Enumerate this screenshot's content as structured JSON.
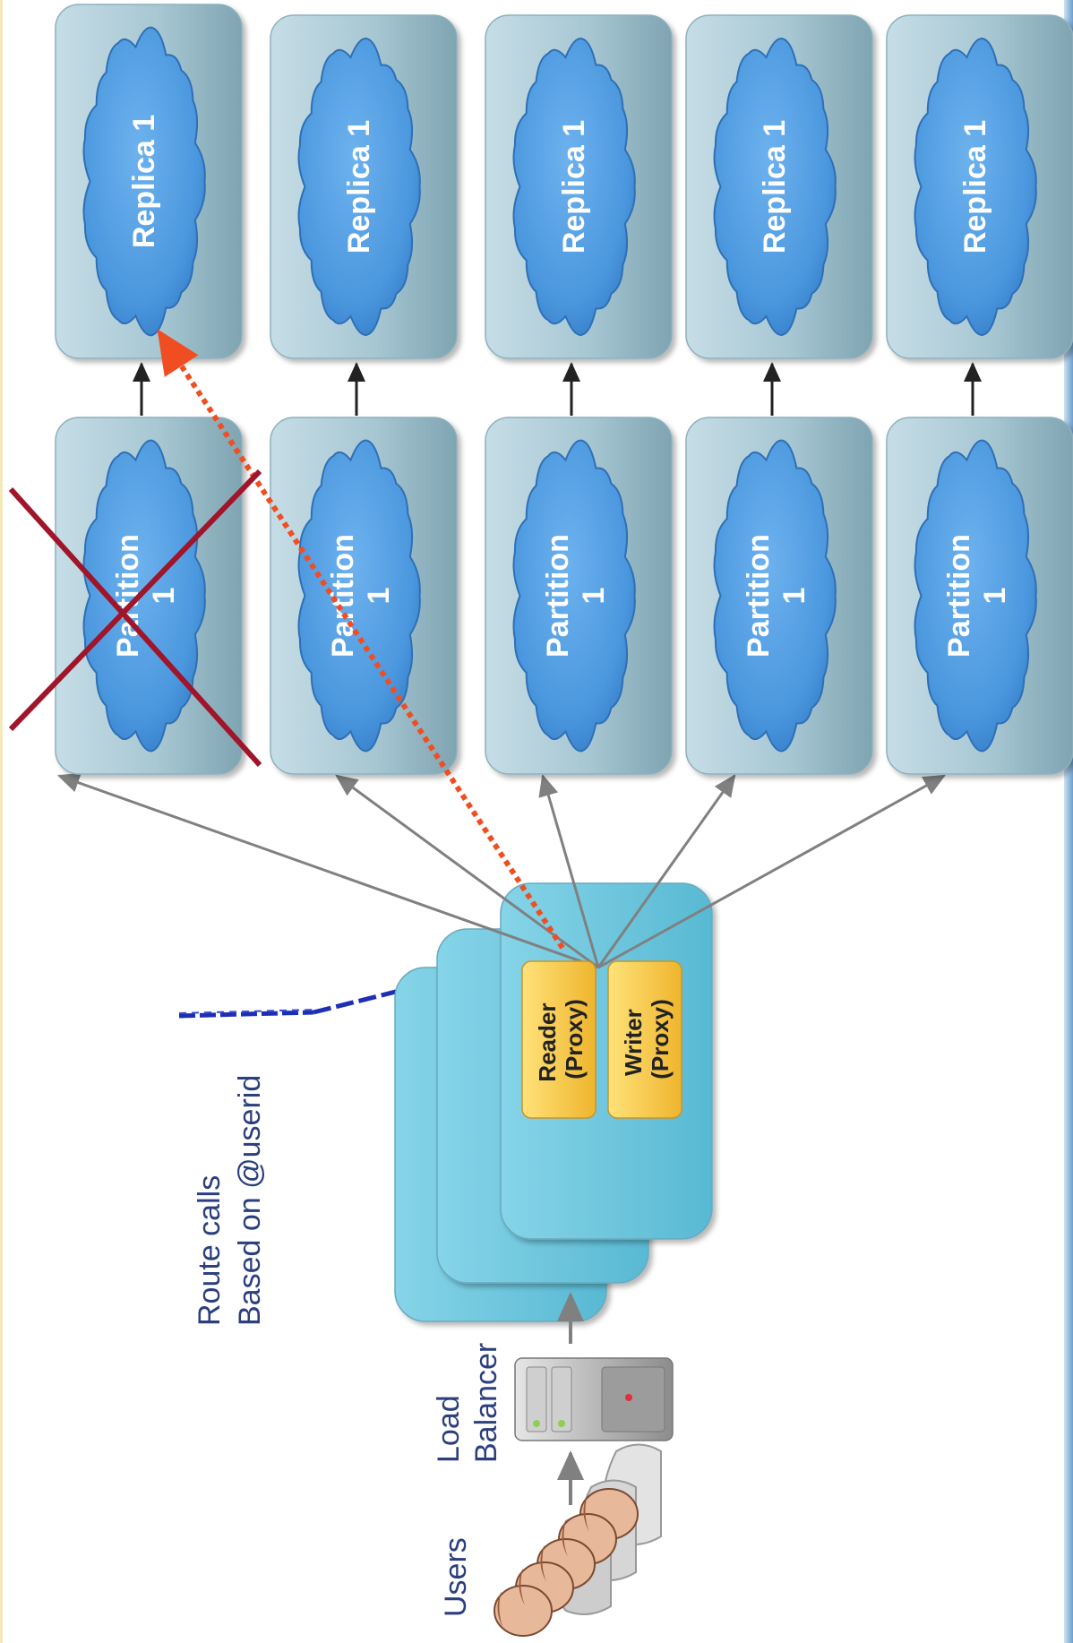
{
  "labels": {
    "users": "Users",
    "load_balancer": "Load Balancer",
    "route_calls": "Route calls",
    "route_basis": "Based on @userid",
    "reader_proxy": "Reader (Proxy)",
    "writer_proxy": "Writer (Proxy)"
  },
  "partitions": [
    {
      "label": "Partition 1",
      "failed": true
    },
    {
      "label": "Partition 1",
      "failed": false
    },
    {
      "label": "Partition 1",
      "failed": false
    },
    {
      "label": "Partition 1",
      "failed": false
    },
    {
      "label": "Partition 1",
      "failed": false
    }
  ],
  "replicas": [
    {
      "label": "Replica 1"
    },
    {
      "label": "Replica 1"
    },
    {
      "label": "Replica 1"
    },
    {
      "label": "Replica 1"
    },
    {
      "label": "Replica 1"
    }
  ],
  "colors": {
    "container": "#a9ccd8",
    "cloud": "#4f9be0",
    "server_box": "#6ec8df",
    "proxy": "#f6c646",
    "failover_arrow": "#f04e22",
    "routing_line": "#1d2fb5",
    "cross": "#a0152a",
    "label_text": "#2b3f7d"
  }
}
